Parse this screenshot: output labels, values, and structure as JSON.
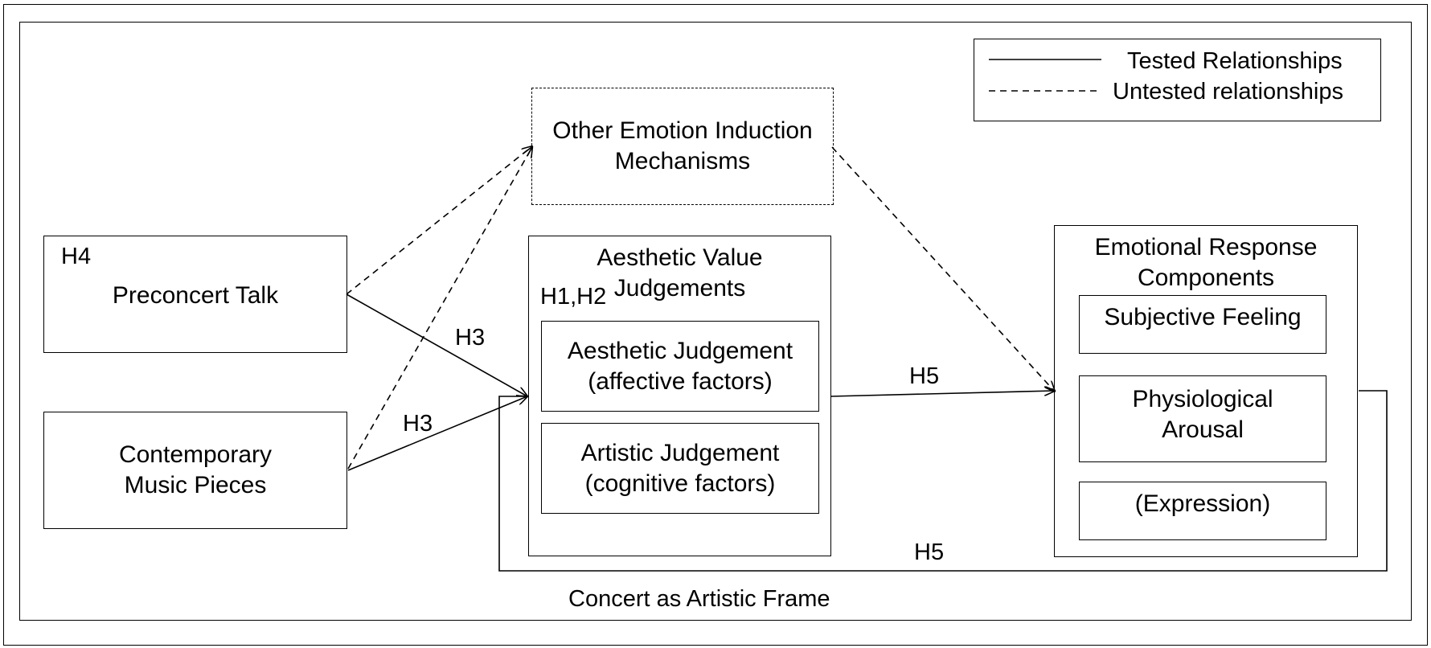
{
  "legend": {
    "tested_label": "Tested Relationships",
    "untested_label": "Untested relationships"
  },
  "nodes": {
    "other_mechanisms": "Other Emotion Induction\nMechanisms",
    "preconcert_talk": "Preconcert Talk",
    "contemporary_music": "Contemporary\nMusic Pieces",
    "aesthetic_value": "Aesthetic Value\nJudgements",
    "aesthetic_judgement": "Aesthetic Judgement\n(affective factors)",
    "artistic_judgement": "Artistic Judgement\n(cognitive factors)",
    "emotional_response": "Emotional Response\nComponents",
    "subjective_feeling": "Subjective Feeling",
    "physiological_arousal": "Physiological\nArousal",
    "expression": "(Expression)"
  },
  "hypotheses": {
    "h4": "H4",
    "h1_h2": "H1,H2",
    "h3_talk": "H3",
    "h3_music": "H3",
    "h5_judgement": "H5",
    "h5_frame": "H5"
  },
  "frame_label": "Concert as Artistic Frame"
}
